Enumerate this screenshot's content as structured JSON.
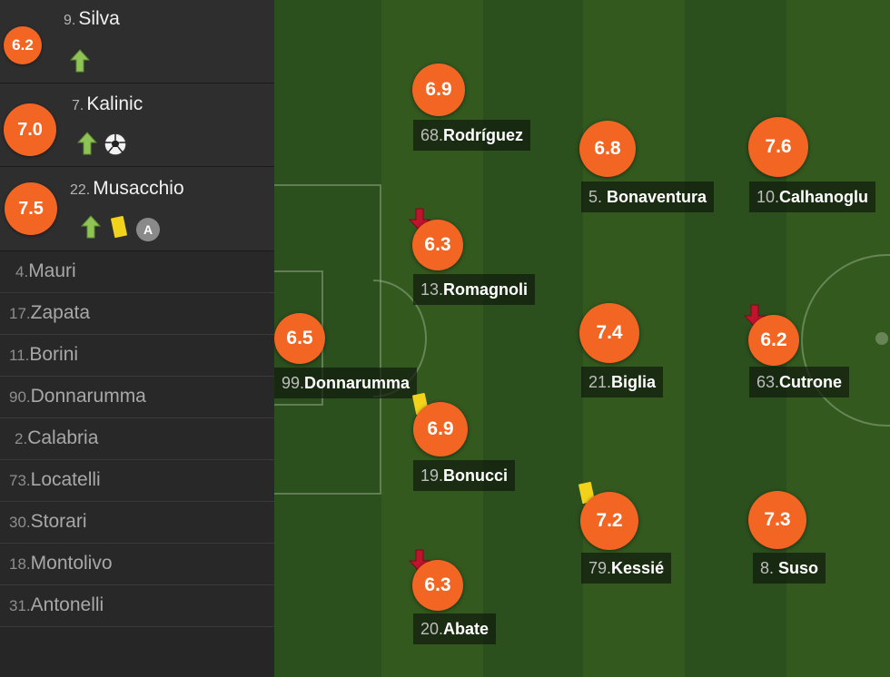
{
  "substitutes": [
    {
      "number": "9.",
      "name": "Silva",
      "rating": "6.2"
    },
    {
      "number": "7.",
      "name": "Kalinic",
      "rating": "7.0"
    },
    {
      "number": "22.",
      "name": "Musacchio",
      "rating": "7.5"
    }
  ],
  "bench": [
    {
      "number": "4.",
      "name": "Mauri"
    },
    {
      "number": "17.",
      "name": "Zapata"
    },
    {
      "number": "11.",
      "name": "Borini"
    },
    {
      "number": "90.",
      "name": "Donnarumma"
    },
    {
      "number": "2.",
      "name": "Calabria"
    },
    {
      "number": "73.",
      "name": "Locatelli"
    },
    {
      "number": "30.",
      "name": "Storari"
    },
    {
      "number": "18.",
      "name": "Montolivo"
    },
    {
      "number": "31.",
      "name": "Antonelli"
    }
  ],
  "players": [
    {
      "number": "99.",
      "name": "Donnarumma",
      "rating": "6.5"
    },
    {
      "number": "68.",
      "name": "Rodríguez",
      "rating": "6.9"
    },
    {
      "number": "13.",
      "name": "Romagnoli",
      "rating": "6.3"
    },
    {
      "number": "19.",
      "name": "Bonucci",
      "rating": "6.9"
    },
    {
      "number": "20.",
      "name": "Abate",
      "rating": "6.3"
    },
    {
      "number": "5.",
      "name": "Bonaventura",
      "rating": "6.8"
    },
    {
      "number": "21.",
      "name": "Biglia",
      "rating": "7.4"
    },
    {
      "number": "79.",
      "name": "Kessié",
      "rating": "7.2"
    },
    {
      "number": "10.",
      "name": "Calhanoglu",
      "rating": "7.6"
    },
    {
      "number": "63.",
      "name": "Cutrone",
      "rating": "6.2"
    },
    {
      "number": "8.",
      "name": "Suso",
      "rating": "7.3"
    }
  ],
  "icons": {
    "sub_in": "arrow-up-icon",
    "sub_out": "arrow-down-icon",
    "goal": "soccer-ball-icon",
    "yellow_card": "yellow-card-icon",
    "assist": "assist-icon",
    "assist_letter": "A"
  },
  "colors": {
    "rating": "#f26522",
    "sub_in_arrow": "#8fc355",
    "sub_out_arrow": "#c0132c",
    "yellow_card": "#f3d21c",
    "pitch_dark": "#2c4f1e",
    "pitch_light": "#33591f"
  }
}
